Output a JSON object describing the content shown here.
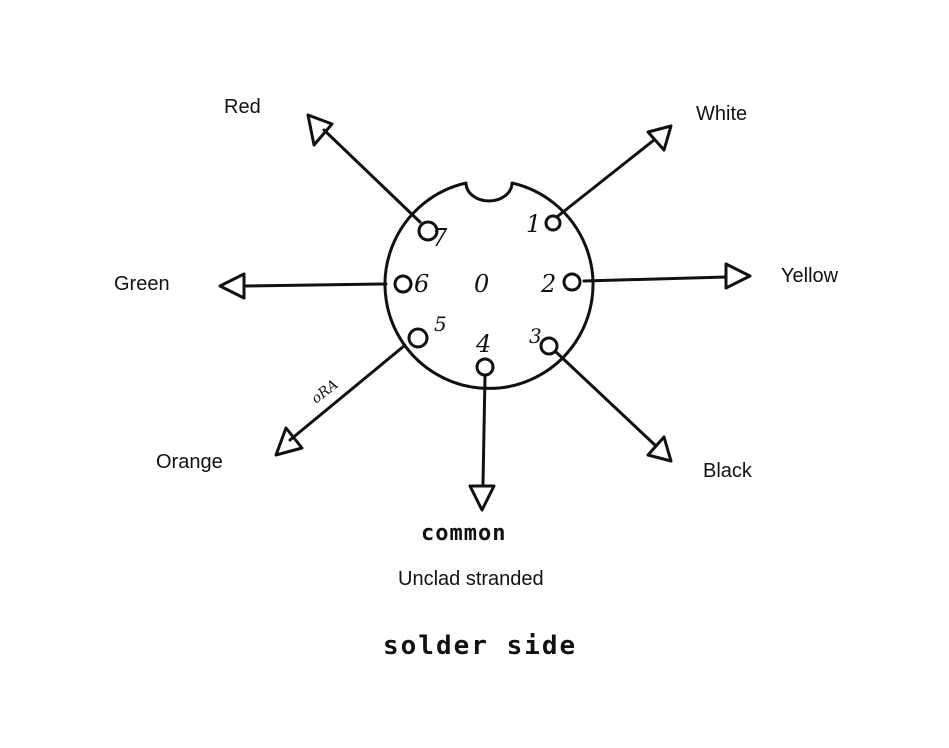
{
  "wires": {
    "red": "Red",
    "white": "White",
    "green": "Green",
    "yellow": "Yellow",
    "orange": "Orange",
    "black": "Black"
  },
  "pins": {
    "p1": "1",
    "p2": "2",
    "p3": "3",
    "p4": "4",
    "p5": "5",
    "p6": "6",
    "p7": "7",
    "center": "0"
  },
  "handwritten_note": "oRA",
  "common_label": "common",
  "common_desc": "Unclad stranded",
  "caption": "solder side"
}
